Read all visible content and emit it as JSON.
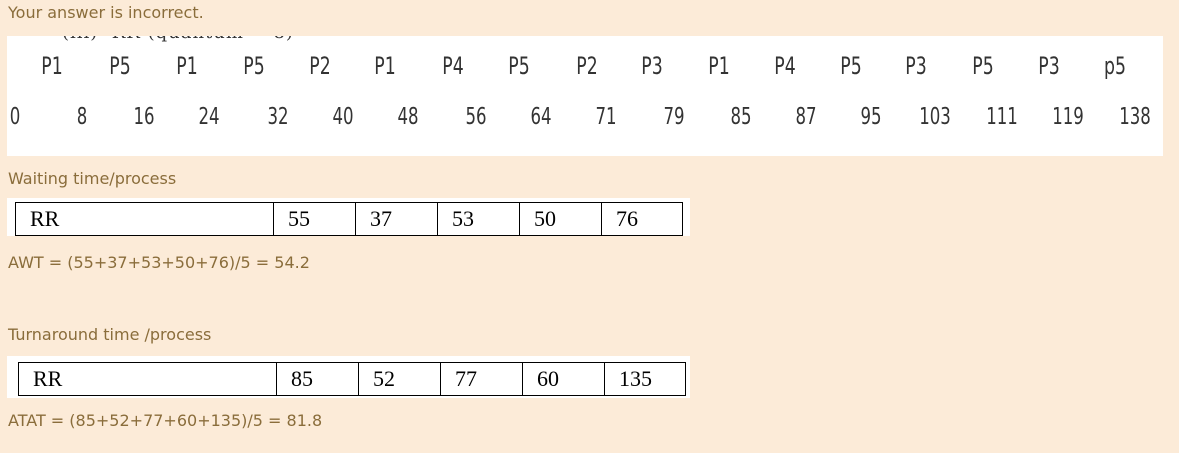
{
  "feedback": "Your answer is incorrect.",
  "gantt": {
    "processes": [
      "P1",
      "P5",
      "P1",
      "P5",
      "P2",
      "P1",
      "P4",
      "P5",
      "P2",
      "P3",
      "P1",
      "P4",
      "P5",
      "P3",
      "P5",
      "P3",
      "p5"
    ],
    "times": [
      "0",
      "8",
      "16",
      "24",
      "32",
      "40",
      "48",
      "56",
      "64",
      "71",
      "79",
      "85",
      "87",
      "95",
      "103",
      "111",
      "119",
      "138"
    ]
  },
  "waiting": {
    "label": "Waiting time/process",
    "row_label": "RR",
    "values": [
      "55",
      "37",
      "53",
      "50",
      "76"
    ],
    "formula": "AWT = (55+37+53+50+76)/5 = 54.2"
  },
  "turnaround": {
    "label": "Turnaround time /process",
    "row_label": "RR",
    "values": [
      "85",
      "52",
      "77",
      "60",
      "135"
    ],
    "formula": "ATAT = (85+52+77+60+135)/5 = 81.8"
  }
}
